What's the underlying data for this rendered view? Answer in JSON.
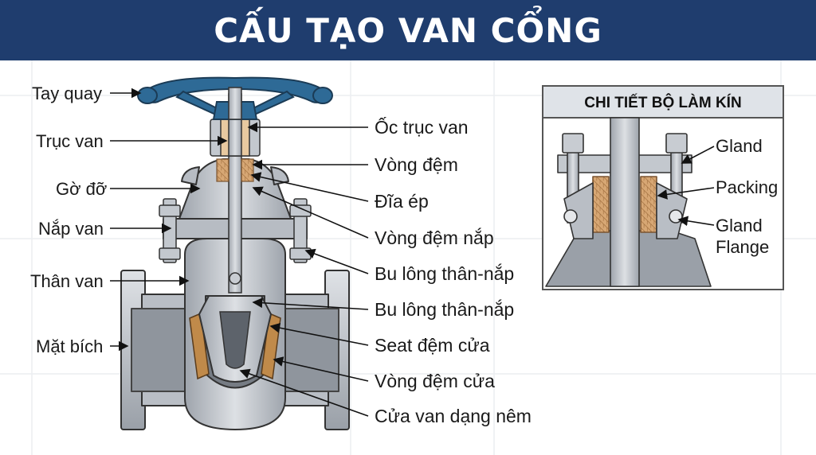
{
  "header": {
    "title": "CẤU TẠO VAN CỔNG"
  },
  "colors": {
    "header_bg": "#1f3d6e",
    "handwheel": "#2e6a96",
    "body_metal": "#c8ccd2",
    "packing": "#d3a472",
    "seat": "#b07a3a"
  },
  "labels_left": [
    {
      "text": "Tay quay"
    },
    {
      "text": "Trục van"
    },
    {
      "text": "Gờ đỡ"
    },
    {
      "text": "Nắp van"
    },
    {
      "text": "Thân van"
    },
    {
      "text": "Mặt bích"
    }
  ],
  "labels_right": [
    {
      "text": "Ốc trục van"
    },
    {
      "text": "Vòng đệm"
    },
    {
      "text": "Đĩa ép"
    },
    {
      "text": "Vòng đệm nắp"
    },
    {
      "text": "Bu lông thân-nắp"
    },
    {
      "text": "Bu lông thân-nắp"
    },
    {
      "text": "Seat đệm cửa"
    },
    {
      "text": "Vòng đệm cửa"
    },
    {
      "text": "Cửa van dạng nêm"
    }
  ],
  "inset": {
    "title": "CHI TIẾT BỘ LÀM KÍN",
    "labels": [
      "Gland",
      "Packing",
      "Gland",
      "Flange"
    ]
  }
}
